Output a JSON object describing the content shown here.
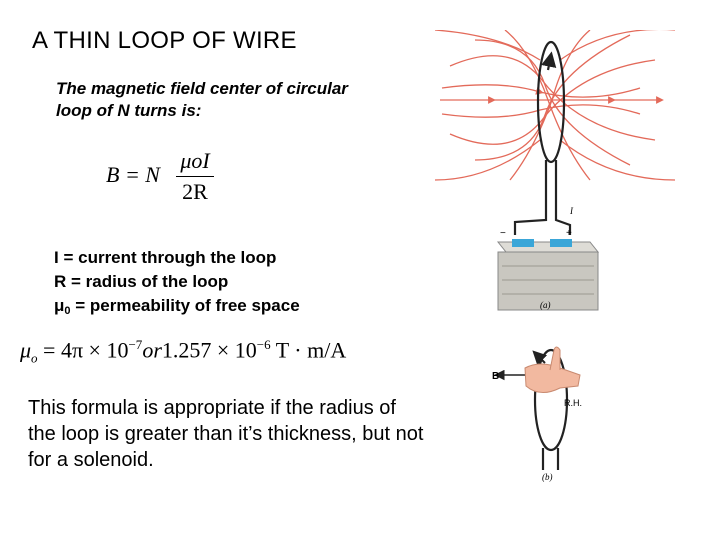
{
  "title": "A  THIN LOOP OF WIRE",
  "intro": "The magnetic field center of circular loop of N turns is:",
  "formula": {
    "lhs": "B = N",
    "numerator": "μoI",
    "denominator": "2R"
  },
  "definitions": [
    {
      "symbol": "I",
      "sub": "",
      "text": " = current through the loop"
    },
    {
      "symbol": "R",
      "sub": "",
      "text": " = radius of the loop"
    },
    {
      "symbol": "μ",
      "sub": "0",
      "text": " = permeability of free space"
    }
  ],
  "mu_equation": {
    "mu": "μ",
    "mu_sub": "o",
    "part1": " = 4π × 10",
    "exp1": "−7",
    "or": "or",
    "part2": "1.257 × 10",
    "exp2": "−6",
    "units": " T · m/A"
  },
  "note": " This formula is appropriate if the radius of the loop is greater than it’s thickness, but not for a solenoid.",
  "figure": {
    "current_label": "I",
    "minus": "−",
    "plus": "+",
    "caption_a": "(a)",
    "b_vector": "B",
    "rh": "R.H.",
    "caption_b": "(b)"
  },
  "colors": {
    "field_lines": "#e36a5a",
    "wire": "#222222",
    "battery_body": "#c9c7c0",
    "battery_terminal": "#3aa6d8",
    "hand": "#f2b9a0"
  }
}
